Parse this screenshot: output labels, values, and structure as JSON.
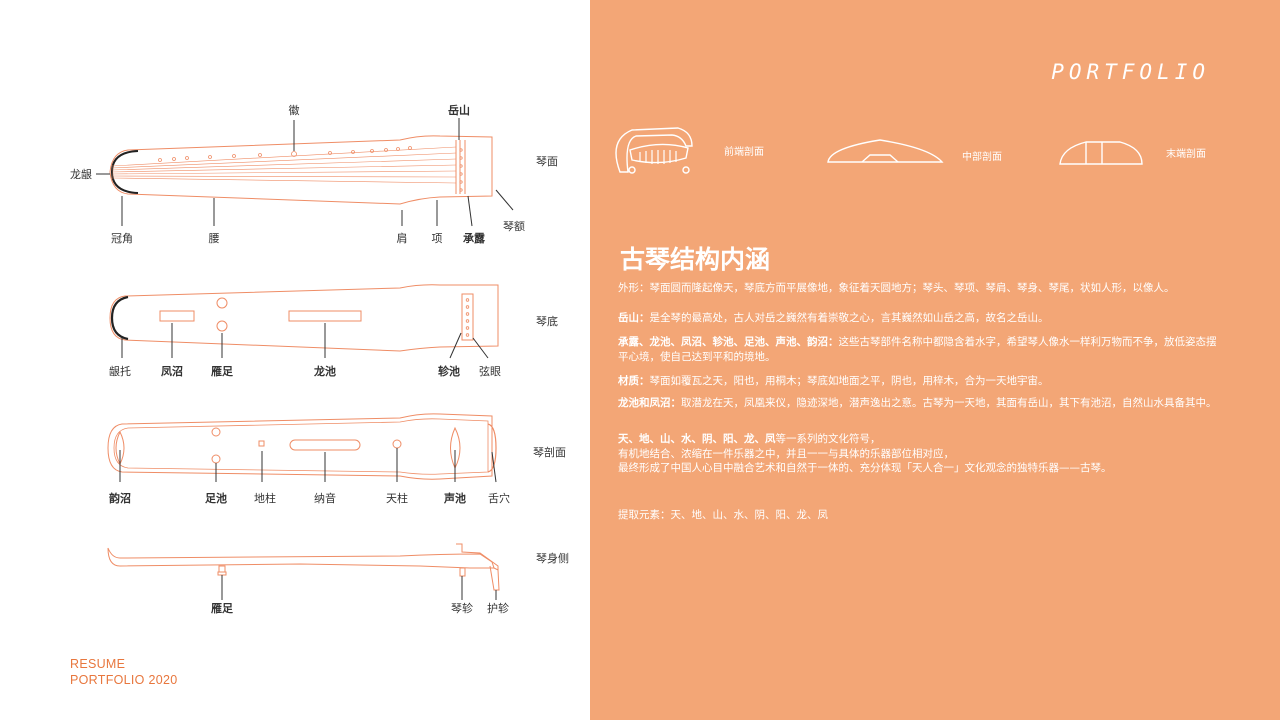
{
  "footer": {
    "line1": "RESUME",
    "line2": "PORTFOLIO 2020"
  },
  "header": {
    "portfolio": "PORTFOLIO"
  },
  "views": {
    "top": "琴面",
    "bottom": "琴底",
    "section": "琴剖面",
    "side": "琴身侧"
  },
  "top_labels": {
    "hui": "徽",
    "yueshan": "岳山",
    "longyin": "龙龈",
    "guanjiao": "冠角",
    "yao": "腰",
    "jian": "肩",
    "xiang": "项",
    "chenglu": "承露",
    "qine": "琴额"
  },
  "bottom_labels": {
    "yintuo": "龈托",
    "fengzhao": "凤沼",
    "yanzu": "雁足",
    "longchi": "龙池",
    "zhenchi": "轸池",
    "xianyan": "弦眼"
  },
  "section_labels": {
    "yunzhao": "韵沼",
    "zuchi": "足池",
    "dizhu": "地柱",
    "nayin": "纳音",
    "tianzhu": "天柱",
    "shengchi": "声池",
    "shexue": "舌穴"
  },
  "side_labels": {
    "yanzu": "雁足",
    "qinzhen": "琴轸",
    "huzhen": "护轸"
  },
  "sections": {
    "front": "前端剖面",
    "middle": "中部剖面",
    "end": "末端剖面"
  },
  "title": "古琴结构内涵",
  "paragraphs": {
    "p1": "外形：琴面圆而隆起像天，琴底方而平展像地，象征着天圆地方；琴头、琴项、琴肩、琴身、琴尾，状如人形，以像人。",
    "p2_bold": "岳山：",
    "p2": "是全琴的最高处，古人对岳之巍然有着崇敬之心，言其巍然如山岳之高，故名之岳山。",
    "p3_bold": "承露、龙池、凤沼、轸池、足池、声池、韵沼：",
    "p3": "这些古琴部件名称中都隐含着水字，希望琴人像水一样利万物而不争，放低姿态摆平心境，使自己达到平和的境地。",
    "p4_bold": "材质：",
    "p4": "琴面如覆瓦之天，阳也，用桐木；琴底如地面之平，阴也，用梓木，合为一天地宇宙。",
    "p5_bold": "龙池和凤沼：",
    "p5": "取潜龙在天，凤凰来仪，隐迹深地，潜声逸出之意。古琴为一天地，其面有岳山，其下有池沼，自然山水具备其中。",
    "p6_bold": "天、地、山、水、阴、阳、龙、凤",
    "p6": "等一系列的文化符号，",
    "p6b": "有机地结合、浓缩在一件乐器之中，并且一一与具体的乐器部位相对应，",
    "p6c": "最终形成了中国人心目中融合艺术和自然于一体的、充分体现「天人合一」文化观念的独特乐器——古琴。",
    "p7": "提取元素：天、地、山、水、阴、阳、龙、凤"
  },
  "colors": {
    "accent": "#f3a676",
    "line": "#ef8d66",
    "text_orange": "#e8773e"
  }
}
